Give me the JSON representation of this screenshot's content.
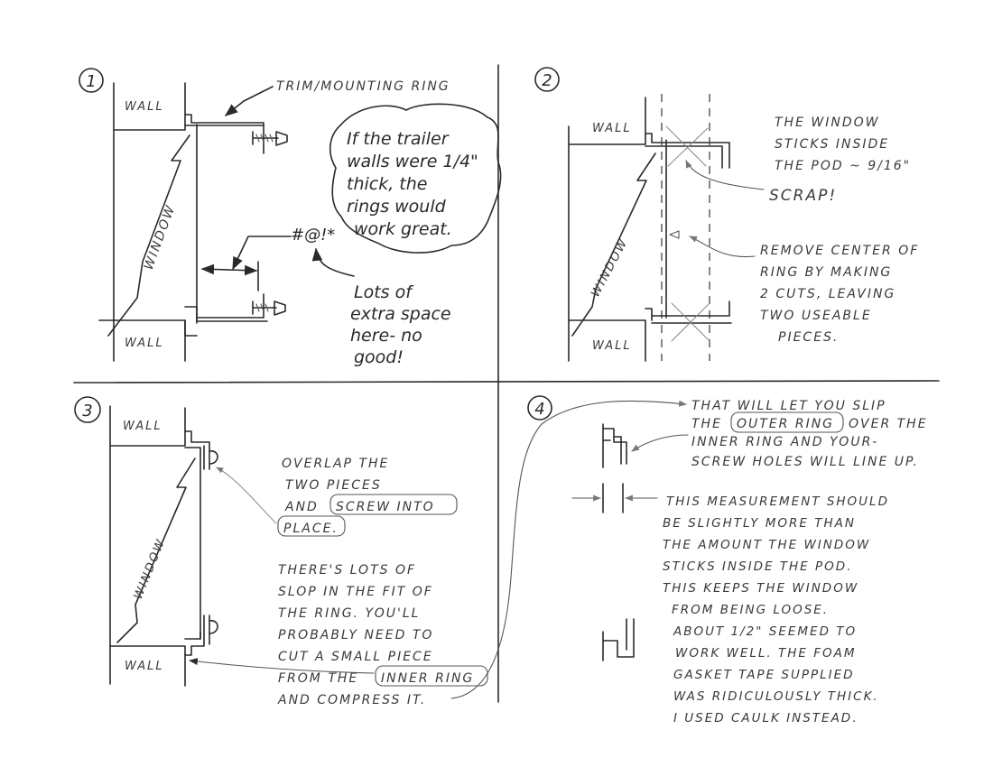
{
  "panels": {
    "p1": {
      "number": "1",
      "wall_top": "WALL",
      "wall_bottom": "WALL",
      "window": "WINDOW",
      "trim_label": "TRIM/MOUNTING RING",
      "bubble": [
        "If the trailer",
        "walls were 1/4\"",
        "thick, the",
        "rings would",
        "work great."
      ],
      "curse": "#@!*",
      "note": [
        "Lots of",
        "extra space",
        "here- no",
        "good!"
      ]
    },
    "p2": {
      "number": "2",
      "wall_top": "WALL",
      "wall_bottom": "WALL",
      "window": "WINDOW",
      "note1": [
        "THE WINDOW",
        "STICKS INSIDE",
        "THE POD ~ 9/16\""
      ],
      "scrap": "SCRAP!",
      "note2": [
        "REMOVE CENTER OF",
        "RING BY MAKING",
        "2 CUTS, LEAVING",
        "TWO USEABLE",
        "PIECES."
      ]
    },
    "p3": {
      "number": "3",
      "wall_top": "WALL",
      "wall_bottom": "WALL",
      "window": "WINDOW",
      "note1_lines": [
        "OVERLAP THE",
        "TWO PIECES"
      ],
      "note1_and": "AND",
      "note1_screw": "SCREW INTO",
      "note1_place": "PLACE.",
      "note2_lines": [
        "THERE'S LOTS OF",
        "SLOP IN THE FIT OF",
        "THE RING. YOU'LL",
        "PROBABLY NEED TO",
        "CUT A SMALL PIECE"
      ],
      "note2_from": "FROM THE",
      "note2_inner": "INNER RING",
      "note2_last": "AND COMPRESS IT."
    },
    "p4": {
      "number": "4",
      "note1_line1": "THAT WILL LET YOU SLIP",
      "note1_the": "THE",
      "note1_outer": "OUTER RING",
      "note1_over": "OVER THE",
      "note1_rest": [
        "INNER RING AND YOUR-",
        "SCREW HOLES WILL LINE UP."
      ],
      "note2": [
        "THIS MEASUREMENT SHOULD",
        "BE SLIGHTLY MORE THAN",
        "THE AMOUNT THE WINDOW",
        "STICKS INSIDE THE POD.",
        "THIS KEEPS THE WINDOW",
        "FROM BEING LOOSE.",
        "ABOUT 1/2\" SEEMED TO",
        "WORK WELL. THE FOAM",
        "GASKET TAPE SUPPLIED",
        "WAS RIDICULOUSLY THICK.",
        "I USED CAULK INSTEAD."
      ]
    }
  }
}
